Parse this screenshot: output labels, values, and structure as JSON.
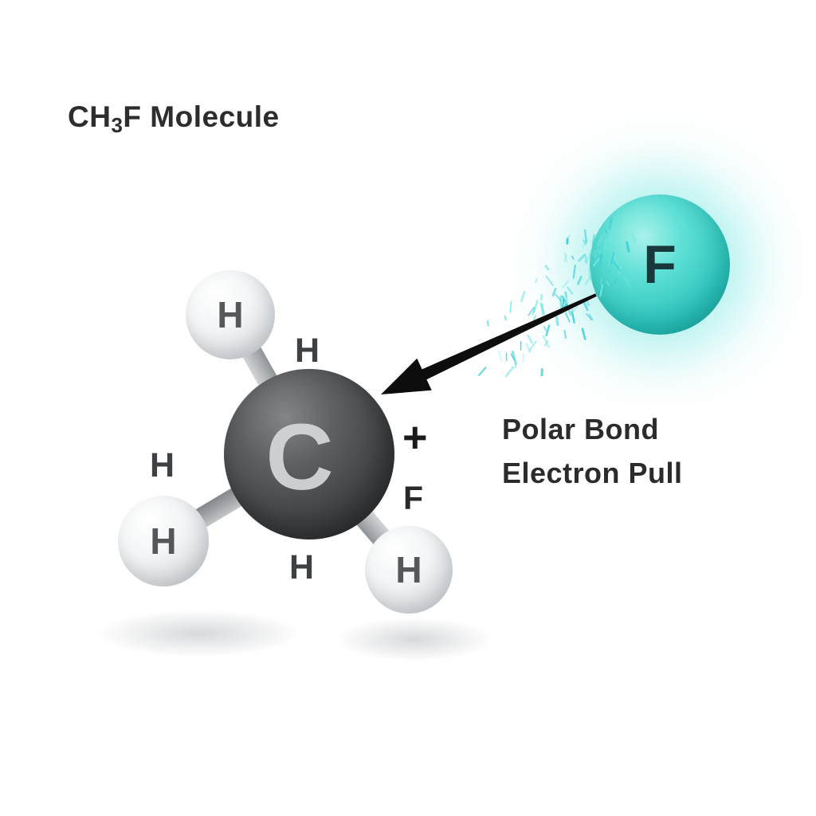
{
  "title": {
    "prefix": "CH",
    "subscript": "3",
    "suffix": "F Molecule"
  },
  "atoms": {
    "carbon": "C",
    "hydrogen": "H",
    "fluorine": "F"
  },
  "labels": {
    "plus": "+",
    "fluorine_small": "F",
    "polar_bond": "Polar Bond",
    "electron_pull": "Electron Pull"
  },
  "colors": {
    "carbon_sphere": "#47494b",
    "hydrogen_sphere": "#e9ebec",
    "fluorine_sphere": "#3fd1c7",
    "fluorine_glow": "#50e1da",
    "bond": "#aeb2b5",
    "arrow": "#0d0d0d",
    "speckle": "#3ecfd6",
    "text": "#2b2b2b"
  }
}
